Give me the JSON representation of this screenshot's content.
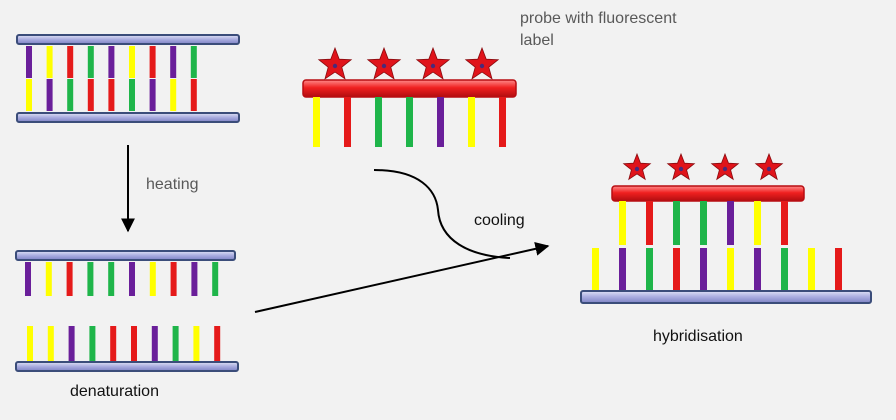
{
  "labels": {
    "probe": "probe with fluorescent label",
    "heating": "heating",
    "cooling": "cooling",
    "denaturation": "denaturation",
    "hybridisation": "hybridisation"
  },
  "colors": {
    "background": "#f2f2f2",
    "backbone_fill": "#a9acdf",
    "backbone_edge": "#3b4d7a",
    "probe_bar": "#e8141b",
    "star": "#e0141b",
    "yellow": "#ffff00",
    "red": "#e51a1a",
    "green": "#1fb54a",
    "purple": "#6a1f9a",
    "arrow": "#000000"
  },
  "bases": {
    "dsdna_top": [
      "purple",
      "yellow",
      "red",
      "green",
      "purple",
      "yellow",
      "red",
      "purple",
      "green"
    ],
    "dsdna_bottom": [
      "yellow",
      "purple",
      "green",
      "red",
      "red",
      "green",
      "purple",
      "yellow",
      "red"
    ],
    "probe": [
      "yellow",
      "red",
      "green",
      "green",
      "purple",
      "yellow",
      "red"
    ],
    "denatured_top": [
      "purple",
      "yellow",
      "red",
      "green",
      "green",
      "purple",
      "yellow",
      "red",
      "purple",
      "green"
    ],
    "denatured_bottom": [
      "yellow",
      "yellow",
      "purple",
      "green",
      "red",
      "red",
      "purple",
      "green",
      "yellow",
      "red"
    ],
    "hybrid_probe": [
      "yellow",
      "red",
      "green",
      "green",
      "purple",
      "yellow",
      "red"
    ],
    "hybrid_target": [
      "yellow",
      "purple",
      "green",
      "red",
      "purple",
      "yellow",
      "purple",
      "green",
      "yellow",
      "red"
    ]
  },
  "probe_star_count": 4,
  "hybrid_star_count": 4
}
